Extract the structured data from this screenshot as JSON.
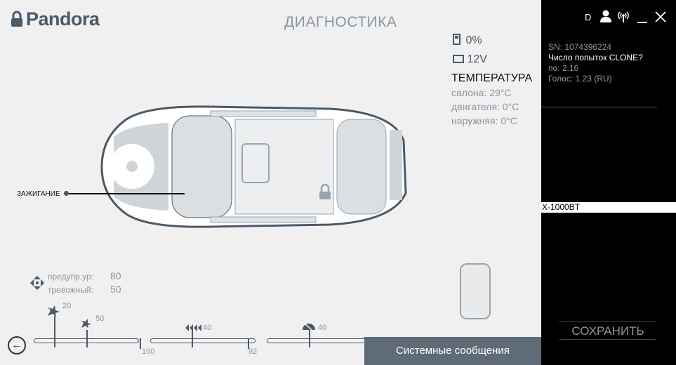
{
  "header": {
    "logo": "Pandora",
    "title": "ДИАГНОСТИКА"
  },
  "status": {
    "fuel": "0%",
    "voltage": "12V"
  },
  "temperature": {
    "title": "ТЕМПЕРАТУРА",
    "cabin": "салона: 29°C",
    "engine": "двигателя: 0°C",
    "outside": "наружняя: 0°C"
  },
  "car": {
    "ignition_label": "ЗАЖИГАНИЕ"
  },
  "shock": {
    "warn_label": "предупр.ур:",
    "warn_value": "80",
    "alarm_label": "тревожный:",
    "alarm_value": "50"
  },
  "sliders": [
    {
      "markers": [
        {
          "label": "20",
          "value": 20
        },
        {
          "label": "50",
          "value": 50
        }
      ],
      "max": "100"
    },
    {
      "markers": [
        {
          "label": "40",
          "value": 40
        }
      ],
      "max": "92"
    },
    {
      "markers": [
        {
          "label": "40",
          "value": 40
        }
      ]
    }
  ],
  "bottom": {
    "system_messages": "Системные сообщения"
  },
  "side": {
    "connection": "D",
    "sn": "SN: 1074396224",
    "clone": "Число попыток CLONE?",
    "po": "по: 2.16",
    "voice": "Голос: 1.23 (RU)",
    "device": "X-1000BT",
    "save": "СОХРАНИТЬ"
  }
}
